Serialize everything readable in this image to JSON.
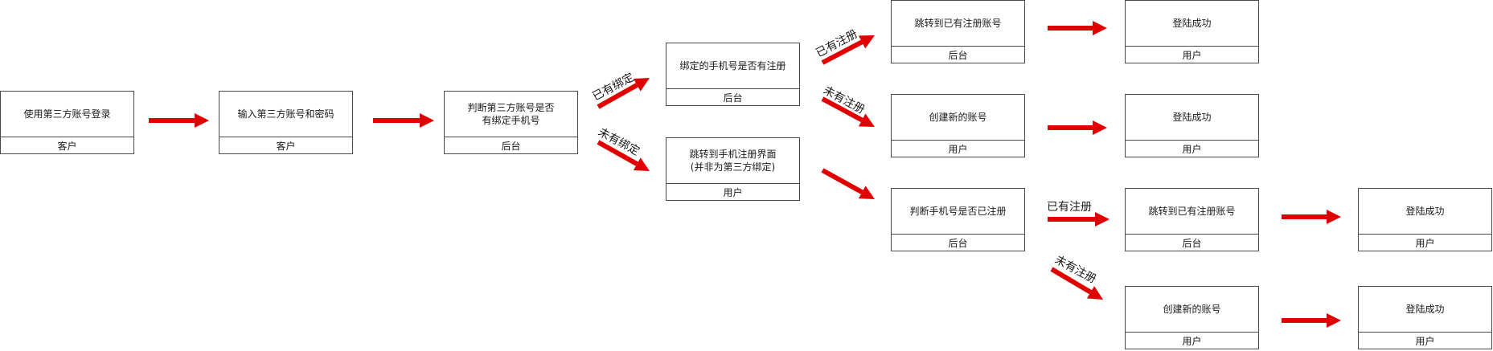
{
  "nodes": {
    "n1": {
      "text": "使用第三方账号登录",
      "role": "客户"
    },
    "n2": {
      "text": "输入第三方账号和密码",
      "role": "客户"
    },
    "n3": {
      "text": "判断第三方账号是否\n有绑定手机号",
      "role": "后台"
    },
    "n4": {
      "text": "绑定的手机号是否有注册",
      "role": "后台"
    },
    "n5": {
      "text": "跳转到手机注册界面\n(并非为第三方绑定)",
      "role": "用户"
    },
    "n6": {
      "text": "跳转到已有注册账号",
      "role": "后台"
    },
    "n7": {
      "text": "登陆成功",
      "role": "用户"
    },
    "n8": {
      "text": "创建新的账号",
      "role": "用户"
    },
    "n9": {
      "text": "登陆成功",
      "role": "用户"
    },
    "n10": {
      "text": "判断手机号是否已注册",
      "role": "后台"
    },
    "n11": {
      "text": "跳转到已有注册账号",
      "role": "后台"
    },
    "n12": {
      "text": "登陆成功",
      "role": "用户"
    },
    "n13": {
      "text": "创建新的账号",
      "role": "用户"
    },
    "n14": {
      "text": "登陆成功",
      "role": "用户"
    }
  },
  "edge_labels": {
    "yes_bound": "已有绑定",
    "not_bound": "未有绑定",
    "yes_reg_1": "已有注册",
    "not_reg_1": "未有注册",
    "yes_reg_2": "已有注册",
    "not_reg_2": "未有注册"
  },
  "colors": {
    "arrow": "#e00000",
    "border": "#4a4a4a",
    "text": "#1a1a1a"
  }
}
